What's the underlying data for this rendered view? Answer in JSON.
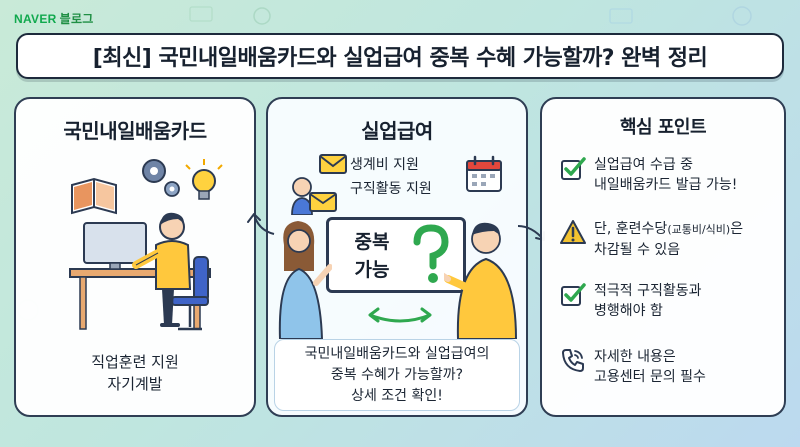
{
  "brand": {
    "naver": "NAVER",
    "blog": "블로그"
  },
  "title": "[최신] 국민내일배움카드와 실업급여 중복 수혜 가능할까? 완벽 정리",
  "left_card": {
    "title": "국민내일배움카드",
    "caption_line1": "직업훈련 지원",
    "caption_line2": "자기계발"
  },
  "mid_card": {
    "title": "실업급여",
    "benefit1": "생계비 지원",
    "benefit2": "구직활동 지원",
    "board_line1": "중복",
    "board_line2": "가능",
    "caption_line1": "국민내일배움카드와 실업급여의",
    "caption_line2": "중복 수혜가 가능할까?",
    "caption_line3": "상세 조건 확인!"
  },
  "right_card": {
    "title": "핵심 포인트",
    "points": [
      {
        "icon": "check-icon",
        "line1": "실업급여 수급 중",
        "line2": "내일배움카드 발급 가능!"
      },
      {
        "icon": "warning-icon",
        "line1_a": "단, 훈련수당",
        "line1_b": "(교통비/식비)",
        "line1_c": "은",
        "line2": "차감될 수 있음"
      },
      {
        "icon": "check-icon",
        "line1": "적극적 구직활동과",
        "line2": "병행해야 함"
      },
      {
        "icon": "phone-icon",
        "line1": "자세한 내용은",
        "line2": "고용센터 문의 필수"
      }
    ]
  },
  "colors": {
    "accent_green": "#11a94e",
    "border": "#2f3e54",
    "check": "#2fa84f",
    "warning": "#f2c230"
  }
}
